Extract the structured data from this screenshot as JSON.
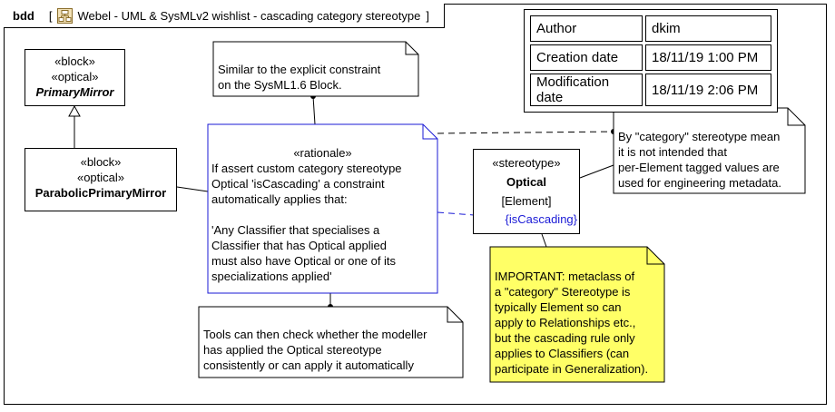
{
  "frame": {
    "keyword": "bdd",
    "open_bracket": "[",
    "close_bracket": "]",
    "title": "Webel - UML & SysMLv2 wishlist - cascading category stereotype"
  },
  "metadata": {
    "rows": [
      {
        "label": "Author",
        "value": "dkim"
      },
      {
        "label": "Creation date",
        "value": "18/11/19 1:00 PM"
      },
      {
        "label": "Modification date",
        "value": "18/11/19 2:06 PM"
      }
    ]
  },
  "primary_mirror": {
    "stereotype1": "«block»",
    "stereotype2": "«optical»",
    "name": "PrimaryMirror"
  },
  "parabolic_mirror": {
    "stereotype1": "«block»",
    "stereotype2": "«optical»",
    "name": "ParabolicPrimaryMirror"
  },
  "note_constraint": {
    "lines": [
      "Similar to the explicit constraint",
      "on the SysML1.6 Block."
    ]
  },
  "rationale": {
    "keyword": "«rationale»",
    "lines": [
      "If assert custom category stereotype",
      "Optical 'isCascading' a constraint",
      "automatically applies that:",
      "",
      "'Any Classifier that specialises a",
      "Classifier that has Optical applied",
      "must also have Optical or one of its",
      "specializations applied'"
    ]
  },
  "stereotype_box": {
    "keyword": "«stereotype»",
    "name": "Optical",
    "metaclass": "[Element]",
    "property": "{isCascading}"
  },
  "note_category": {
    "lines": [
      "By \"category\" stereotype mean",
      "it is not intended that",
      "per-Element tagged values are",
      "used for engineering metadata."
    ]
  },
  "note_tools": {
    "lines": [
      "Tools can then check whether the modeller",
      "has applied the Optical stereotype",
      "consistently or can apply it automatically"
    ]
  },
  "note_important": {
    "lines": [
      "IMPORTANT: metaclass of",
      "a \"category\" Stereotype is",
      "typically Element so can",
      "apply to Relationships etc.,",
      "but the cascading rule only",
      "applies to Classifiers (can",
      "participate in Generalization)."
    ]
  },
  "colors": {
    "note_yellow": "#ffff66",
    "rationale_blue": "#1a1ad6"
  }
}
